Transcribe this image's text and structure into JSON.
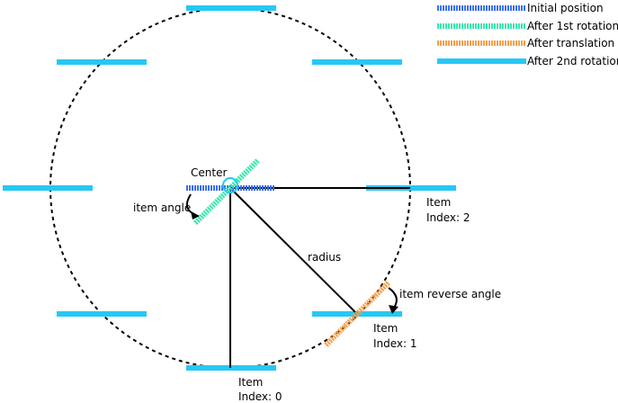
{
  "colors": {
    "initial_position": "#3b6ef0",
    "after_1st_rotation": "#35e8a8",
    "after_translation": "#f7a04a",
    "after_2nd_rotation": "#26c8f5",
    "lines": "#000000"
  },
  "legend": [
    {
      "key": "initial",
      "label": "Initial position"
    },
    {
      "key": "rot1",
      "label": "After 1st rotation"
    },
    {
      "key": "trans",
      "label": "After translation"
    },
    {
      "key": "rot2",
      "label": "After 2nd rotation"
    }
  ],
  "labels": {
    "center": "Center",
    "item_angle": "item angle",
    "radius": "radius",
    "item_reverse_angle": "item reverse angle",
    "item0_line1": "Item",
    "item0_line2": "Index: 0",
    "item1_line1": "Item",
    "item1_line2": "Index: 1",
    "item2_line1": "Item",
    "item2_line2": "Index: 2"
  },
  "diagram": {
    "item_count": 8,
    "item_angle_deg": 45
  }
}
